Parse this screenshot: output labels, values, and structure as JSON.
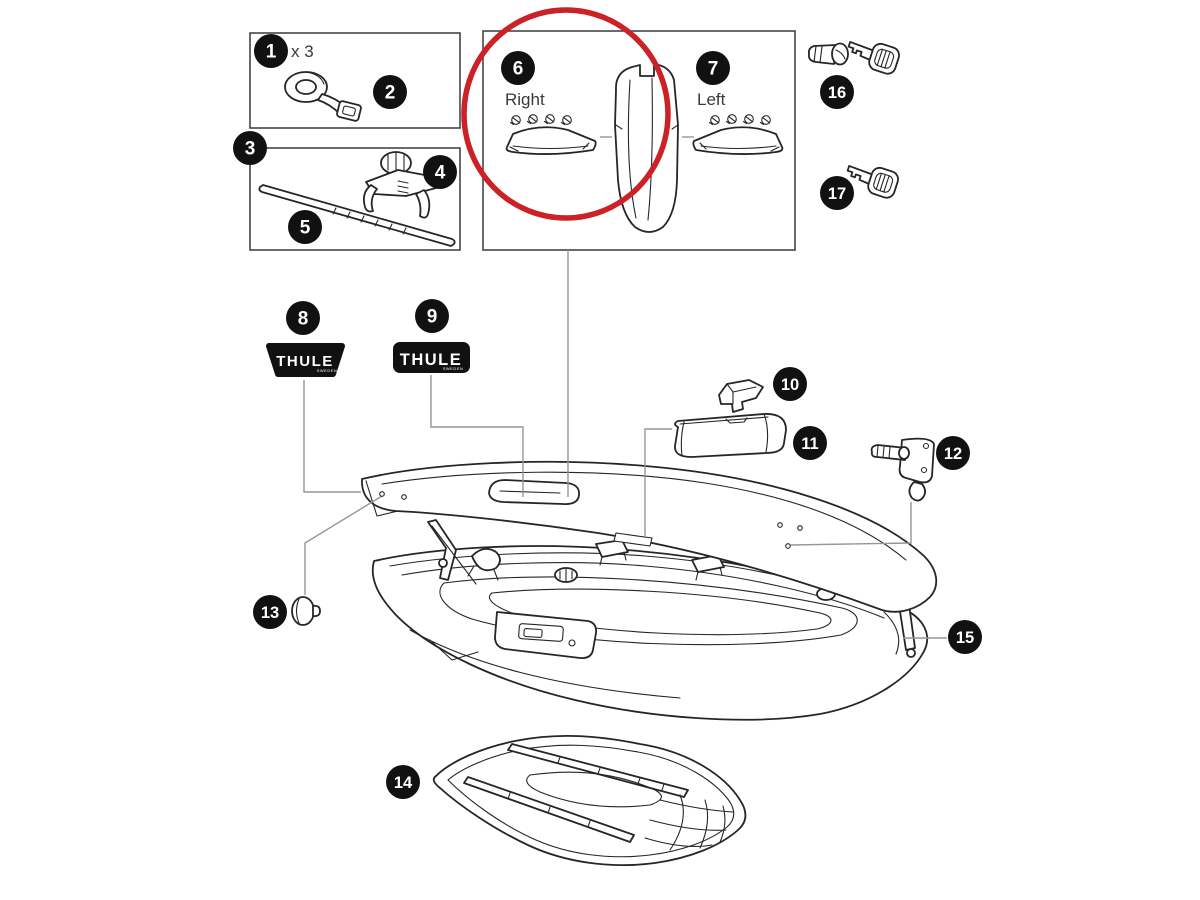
{
  "colors": {
    "line": "#262626",
    "callout_line": "#969696",
    "badge_bg": "#111111",
    "badge_text": "#ffffff",
    "label_text": "#3a3a3a",
    "panel_border": "#454545",
    "highlight_red": "#cb2127",
    "logo_bg": "#111111",
    "logo_text": "#ffffff"
  },
  "labels": {
    "quantity": "x 3",
    "right": "Right",
    "left": "Left"
  },
  "brand": {
    "wordmark": "THULE",
    "sub": "SWEDEN"
  },
  "badges": {
    "b1": "1",
    "b2": "2",
    "b3": "3",
    "b4": "4",
    "b5": "5",
    "b6": "6",
    "b7": "7",
    "b8": "8",
    "b9": "9",
    "b10": "10",
    "b11": "11",
    "b12": "12",
    "b13": "13",
    "b14": "14",
    "b15": "15",
    "b16": "16",
    "b17": "17"
  }
}
